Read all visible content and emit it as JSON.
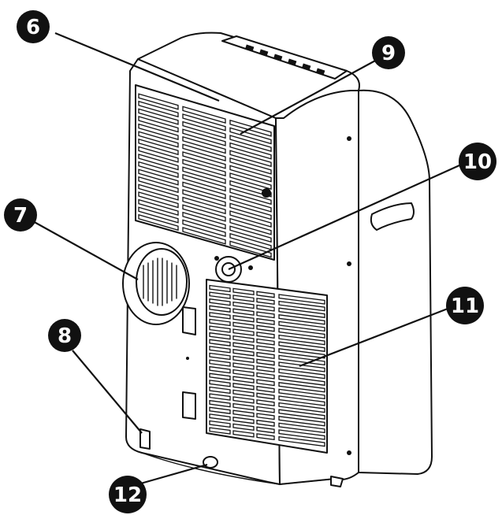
{
  "diagram": {
    "callouts": [
      {
        "id": "c6",
        "label": "6"
      },
      {
        "id": "c7",
        "label": "7"
      },
      {
        "id": "c8",
        "label": "8"
      },
      {
        "id": "c9",
        "label": "9"
      },
      {
        "id": "c10",
        "label": "10"
      },
      {
        "id": "c11",
        "label": "11"
      },
      {
        "id": "c12",
        "label": "12"
      }
    ],
    "colors": {
      "line": "#111111",
      "fill": "#ffffff",
      "callout_bg": "#111111",
      "callout_text": "#ffffff"
    }
  }
}
